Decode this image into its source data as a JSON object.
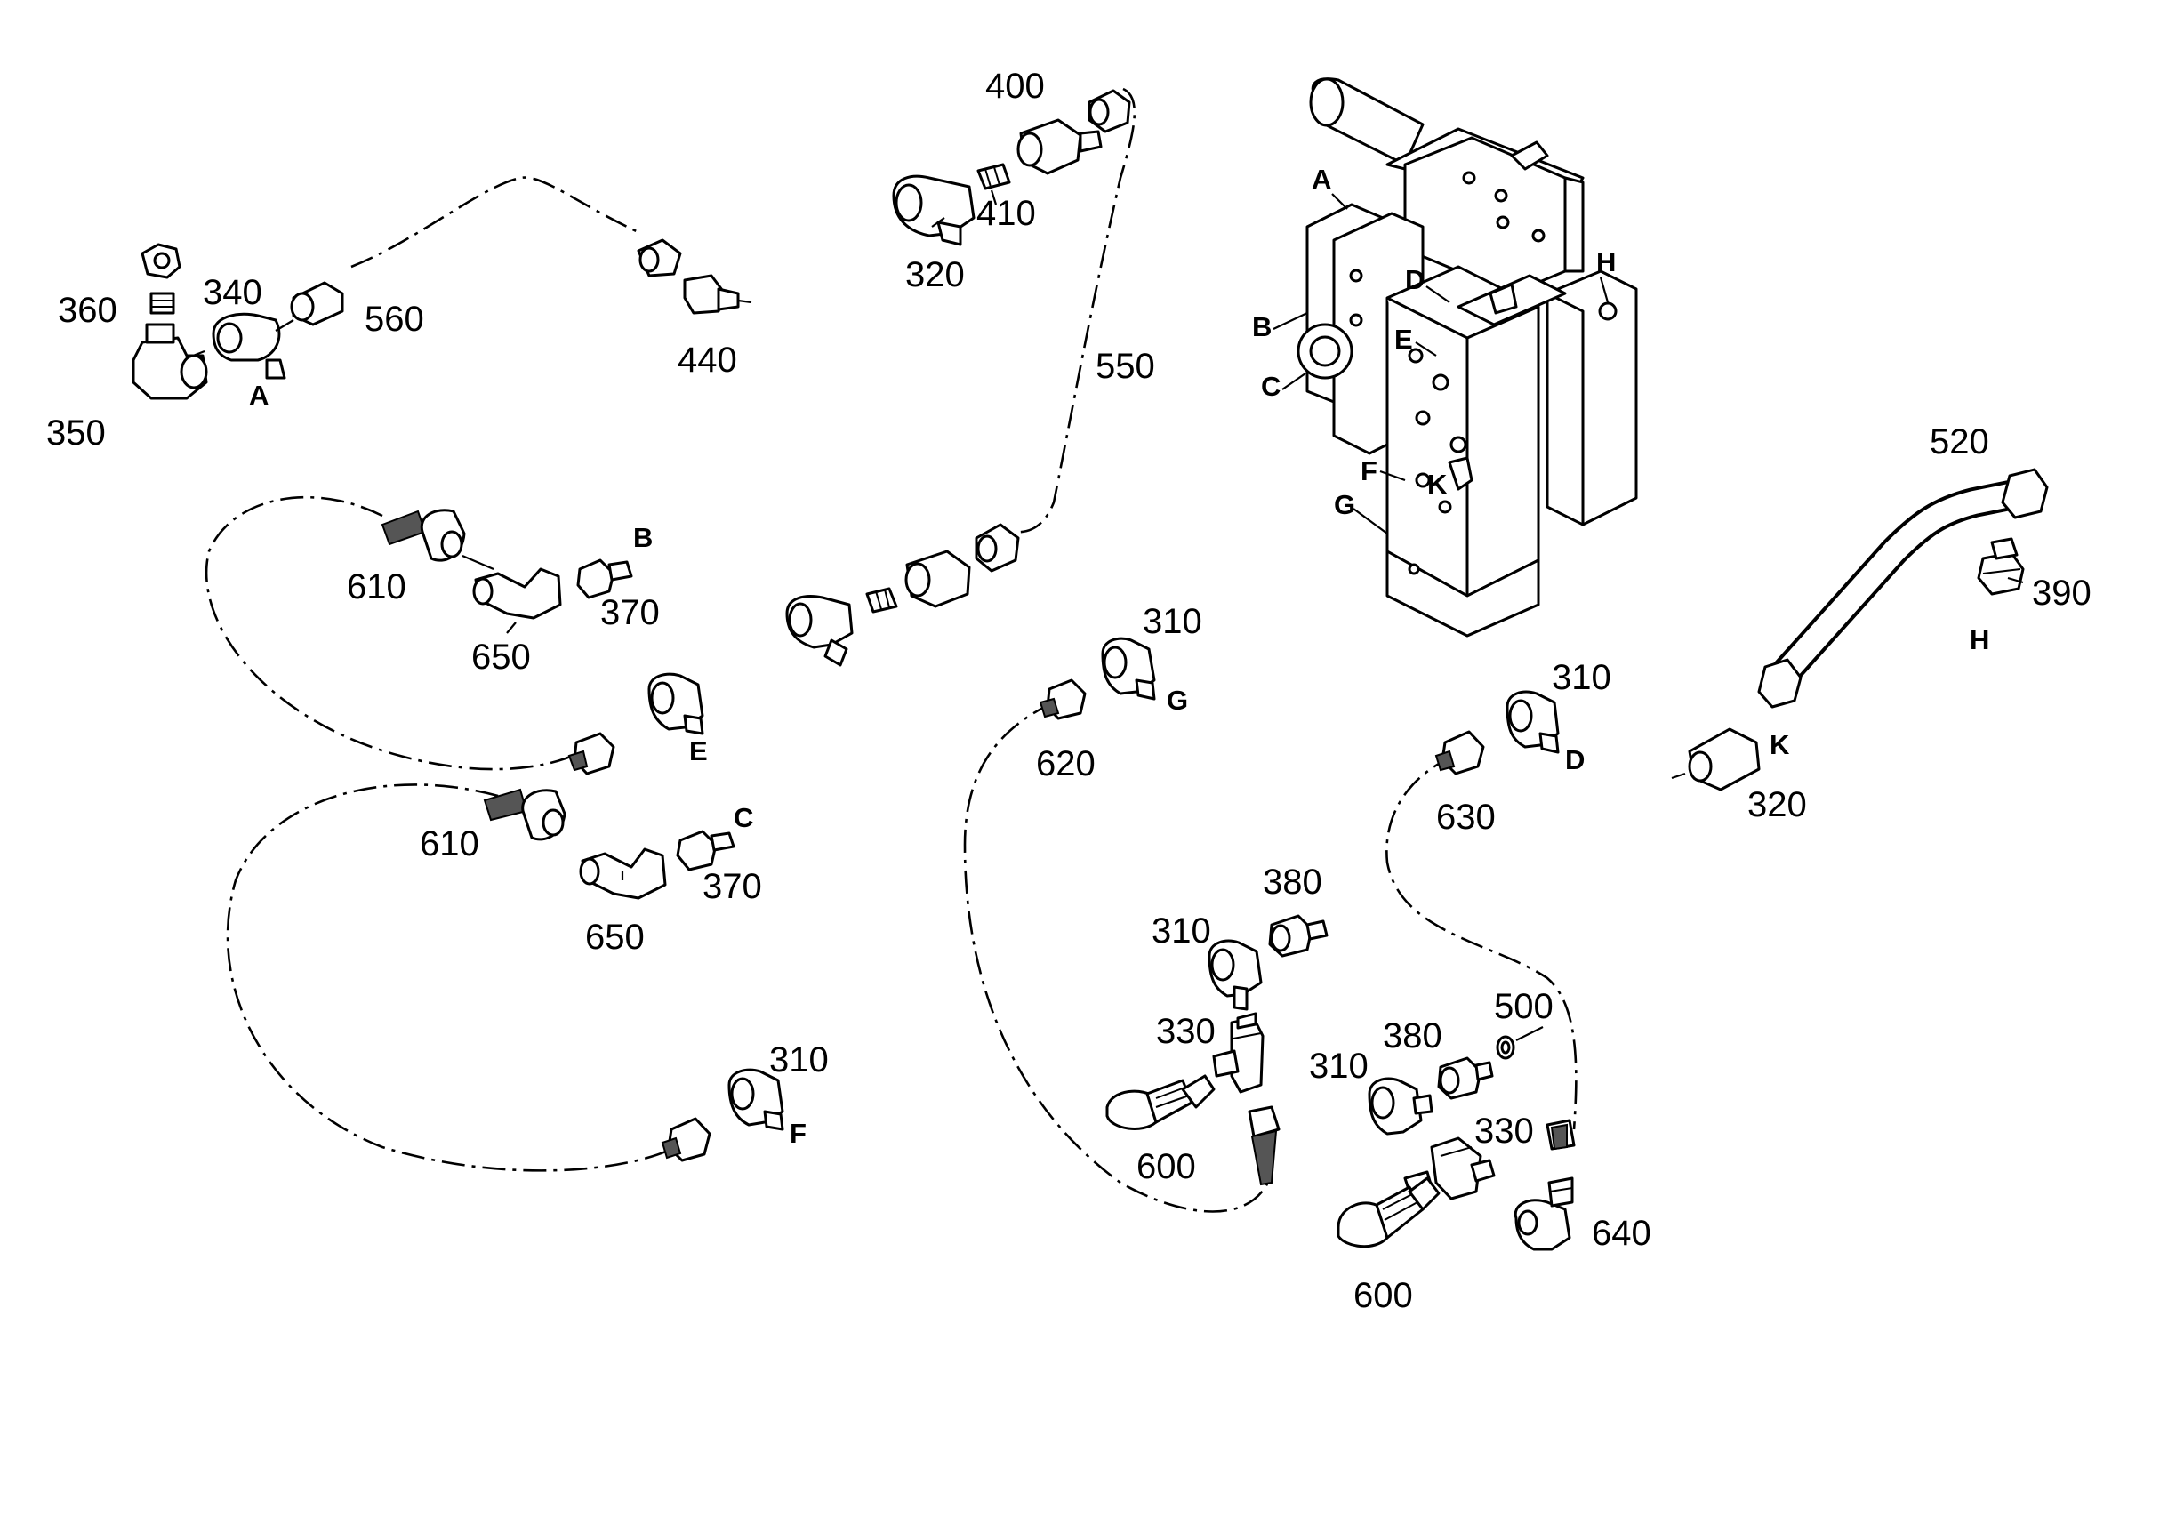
{
  "callouts": {
    "n560": "560",
    "n440": "440",
    "n360": "360",
    "n340": "340",
    "n350": "350",
    "n400": "400",
    "n410": "410",
    "n320a": "320",
    "n550": "550",
    "n610a": "610",
    "n650a": "650",
    "n370a": "370",
    "n610b": "610",
    "n650b": "650",
    "n370b": "370",
    "n310a": "310",
    "n620": "620",
    "n310b": "310",
    "n630": "630",
    "n310c": "310",
    "n380a": "380",
    "n330a": "330",
    "n600a": "600",
    "n310d": "310",
    "n380b": "380",
    "n500": "500",
    "n330b": "330",
    "n640": "640",
    "n600b": "600",
    "n310e": "310",
    "n520": "520",
    "n390": "390",
    "n320b": "320"
  },
  "ports": {
    "A1": "A",
    "B1": "B",
    "C1": "C",
    "E1": "E",
    "F1": "F",
    "G1": "G",
    "D1": "D",
    "H1": "H",
    "K1": "K",
    "A2": "A",
    "B2": "B",
    "C2": "C",
    "D2": "D",
    "E2": "E",
    "F2": "F",
    "G2": "G",
    "H2": "H",
    "K2": "K"
  }
}
